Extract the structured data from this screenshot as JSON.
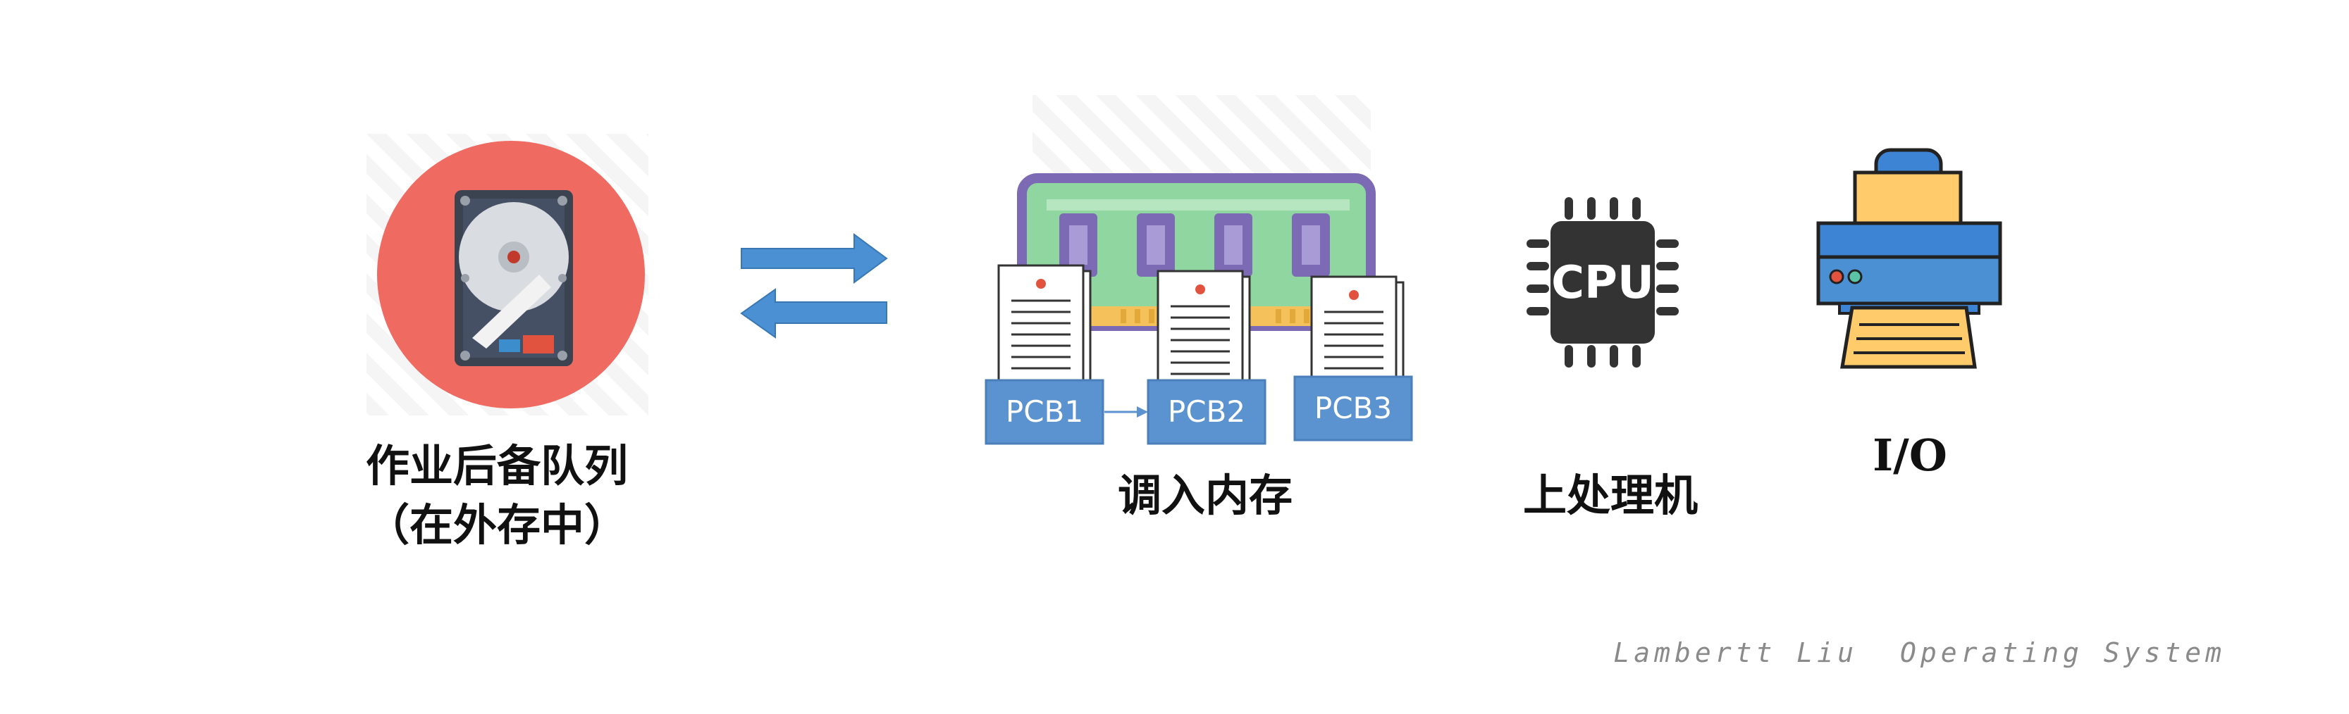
{
  "labels": {
    "backup_queue_line1": "作业后备队列",
    "backup_queue_line2": "（在外存中）",
    "load_memory": "调入内存",
    "on_processor": "上处理机",
    "io": "I/O"
  },
  "pcb_blocks": [
    "PCB1",
    "PCB2",
    "PCB3"
  ],
  "cpu_chip_text": "CPU",
  "footer": {
    "author": "Lambertt Liu",
    "course": "Operating System"
  },
  "colors": {
    "disk_circle": "#EF6B62",
    "arrow_blue": "#4A90D2",
    "pcb_blue": "#5A93D0",
    "ram_board": "#8FD6A0",
    "ram_border": "#7C6AB4",
    "cpu_body": "#333333",
    "printer_blue": "#3E84D4",
    "printer_paper": "#FFCB6B"
  },
  "icons": [
    "hard-disk-icon",
    "transfer-arrows-icon",
    "ram-module-icon",
    "document-icon",
    "cpu-chip-icon",
    "printer-icon"
  ]
}
